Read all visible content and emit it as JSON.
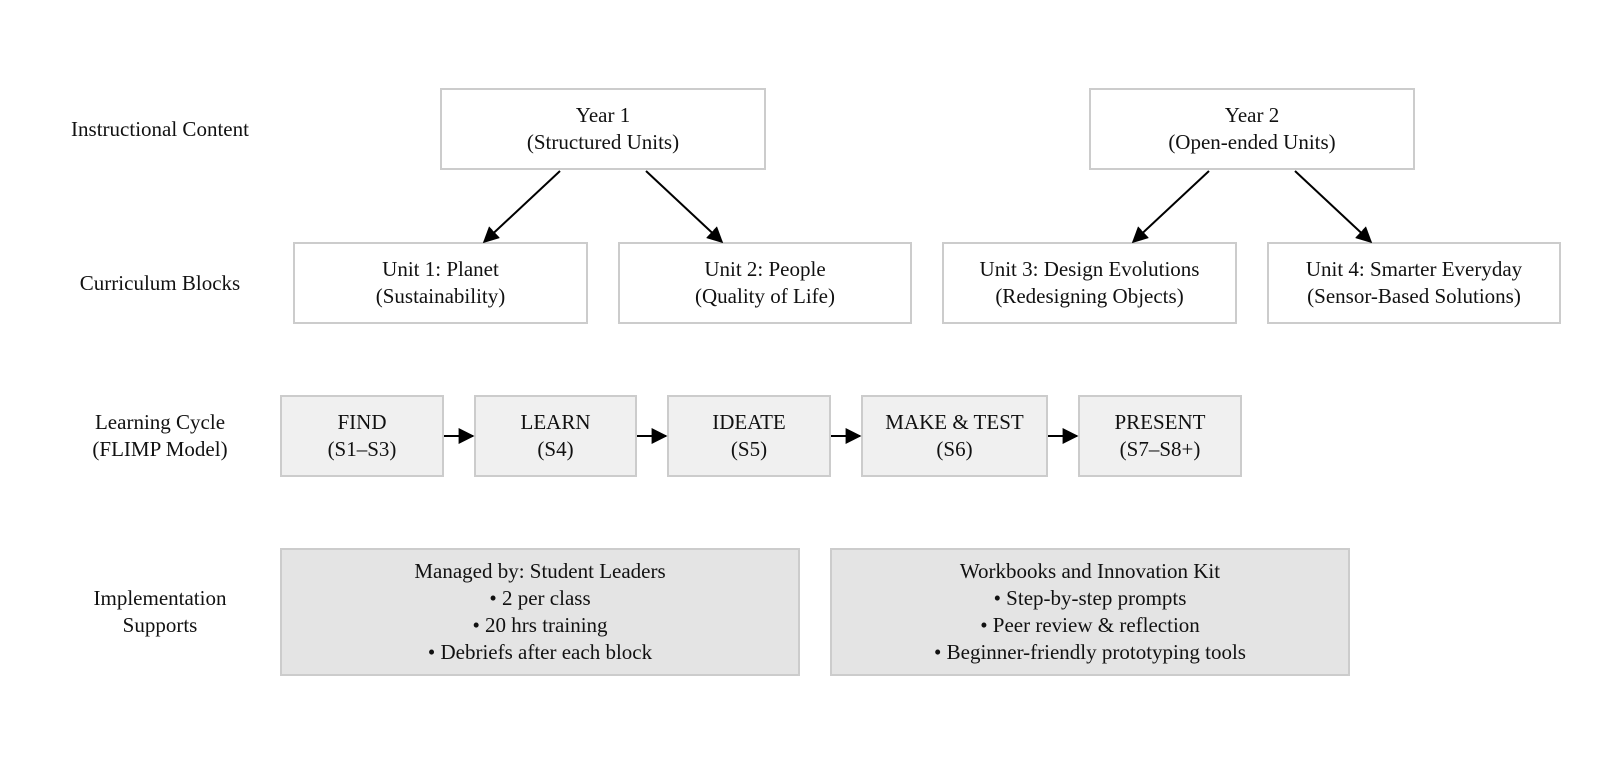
{
  "rows": {
    "instructional_content": "Instructional Content",
    "curriculum_blocks": "Curriculum Blocks",
    "learning_cycle": [
      "Learning Cycle",
      "(FLIMP Model)"
    ],
    "implementation_supports": [
      "Implementation",
      "Supports"
    ]
  },
  "years": [
    {
      "title": "Year 1",
      "subtitle": "(Structured Units)"
    },
    {
      "title": "Year 2",
      "subtitle": "(Open-ended Units)"
    }
  ],
  "units": [
    {
      "title": "Unit 1: Planet",
      "subtitle": "(Sustainability)"
    },
    {
      "title": "Unit 2: People",
      "subtitle": "(Quality of Life)"
    },
    {
      "title": "Unit 3: Design Evolutions",
      "subtitle": "(Redesigning Objects)"
    },
    {
      "title": "Unit 4: Smarter Everyday",
      "subtitle": "(Sensor-Based Solutions)"
    }
  ],
  "cycle": [
    {
      "title": "FIND",
      "sessions": "(S1–S3)"
    },
    {
      "title": "LEARN",
      "sessions": "(S4)"
    },
    {
      "title": "IDEATE",
      "sessions": "(S5)"
    },
    {
      "title": "MAKE & TEST",
      "sessions": "(S6)"
    },
    {
      "title": "PRESENT",
      "sessions": "(S7–S8+)"
    }
  ],
  "supports": [
    {
      "title": "Managed by: Student Leaders",
      "items": [
        "• 2 per class",
        "• 20 hrs training",
        "• Debriefs after each block"
      ]
    },
    {
      "title": "Workbooks and Innovation Kit",
      "items": [
        "• Step-by-step prompts",
        "• Peer review & reflection",
        "• Beginner-friendly prototyping tools"
      ]
    }
  ],
  "colors": {
    "border": "#cccccc",
    "cycle_fill": "#f0f0f0",
    "support_fill": "#e4e4e4",
    "arrow": "#000000"
  }
}
